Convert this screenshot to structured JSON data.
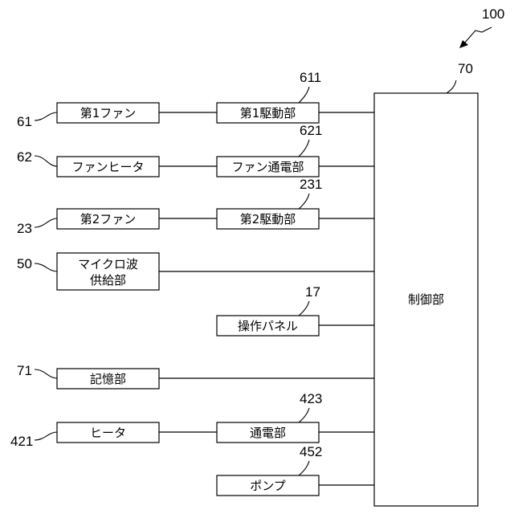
{
  "figure_ref": "100",
  "controller": {
    "label": "制御部",
    "ref": "70"
  },
  "components": {
    "fan1": {
      "label": "第1ファン",
      "ref": "61"
    },
    "fan1_driver": {
      "label": "第1駆動部",
      "ref": "611"
    },
    "fan_heater": {
      "label": "ファンヒータ",
      "ref": "62"
    },
    "fan_energizer": {
      "label": "ファン通電部",
      "ref": "621"
    },
    "fan2": {
      "label": "第2ファン",
      "ref": "23"
    },
    "fan2_driver": {
      "label": "第2駆動部",
      "ref": "231"
    },
    "microwave": {
      "label_line1": "マイクロ波",
      "label_line2": "供給部",
      "ref": "50"
    },
    "panel": {
      "label": "操作パネル",
      "ref": "17"
    },
    "storage": {
      "label": "記憶部",
      "ref": "71"
    },
    "heater": {
      "label": "ヒータ",
      "ref": "421"
    },
    "energizer": {
      "label": "通電部",
      "ref": "423"
    },
    "pump": {
      "label": "ポンプ",
      "ref": "452"
    }
  }
}
